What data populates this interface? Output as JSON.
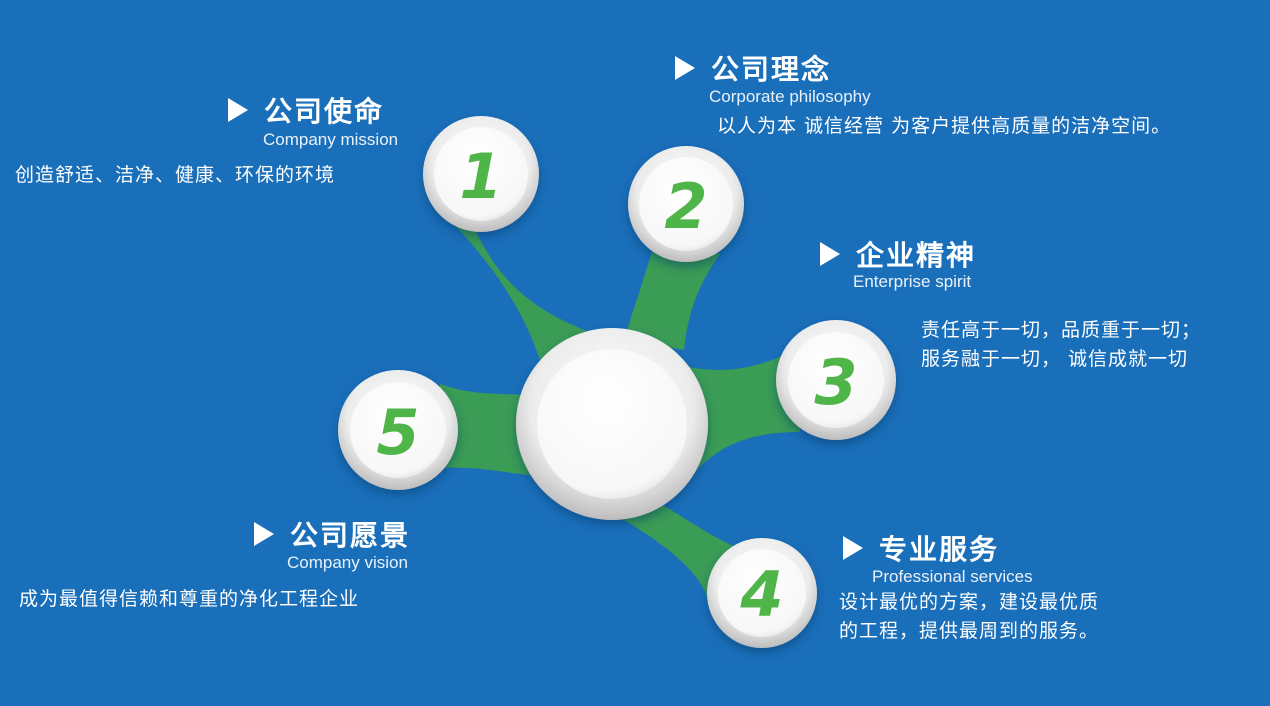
{
  "colors": {
    "background": "#1a6fba",
    "hub_green": "#3a9c55",
    "number_green": "#4fb548",
    "circle_white": "#ffffff"
  },
  "sections": [
    {
      "number": "1",
      "title": "公司使命",
      "subtitle": "Company mission",
      "description": [
        "创造舒适、洁净、健康、环保的环境"
      ]
    },
    {
      "number": "2",
      "title": "公司理念",
      "subtitle": "Corporate philosophy",
      "description": [
        "以人为本 诚信经营 为客户提供高质量的洁净空间。"
      ]
    },
    {
      "number": "3",
      "title": "企业精神",
      "subtitle": "Enterprise spirit",
      "description": [
        "责任高于一切，品质重于一切；",
        "服务融于一切， 诚信成就一切"
      ]
    },
    {
      "number": "4",
      "title": "专业服务",
      "subtitle": "Professional services",
      "description": [
        "设计最优的方案，建设最优质",
        "的工程，提供最周到的服务。"
      ]
    },
    {
      "number": "5",
      "title": "公司愿景",
      "subtitle": "Company vision",
      "description": [
        "成为最值得信赖和尊重的净化工程企业"
      ]
    }
  ]
}
